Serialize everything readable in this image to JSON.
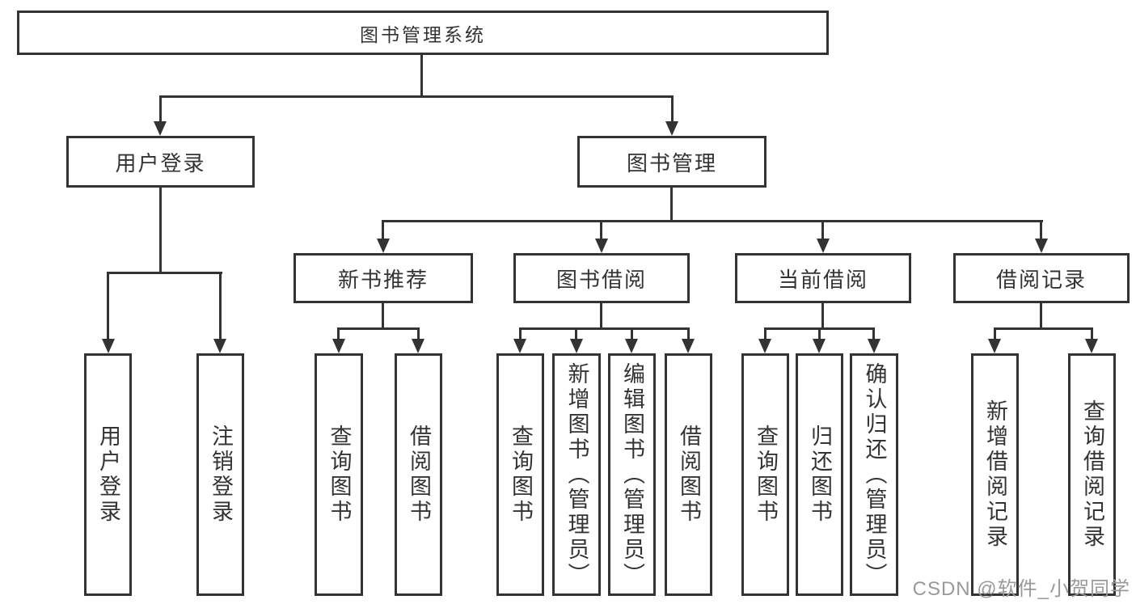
{
  "diagram": {
    "type": "hierarchy-tree",
    "colors": {
      "line": "#333333",
      "text": "#333333",
      "background": "#ffffff",
      "watermark": "#999999"
    },
    "watermark": "CSDN @软件_小贺同学"
  },
  "tree": {
    "root": {
      "label": "图书管理系统",
      "children": [
        {
          "label": "用户登录",
          "children": [
            {
              "label": "用户登录"
            },
            {
              "label": "注销登录"
            }
          ]
        },
        {
          "label": "图书管理",
          "children": [
            {
              "label": "新书推荐",
              "children": [
                {
                  "label": "查询图书"
                },
                {
                  "label": "借阅图书"
                }
              ]
            },
            {
              "label": "图书借阅",
              "children": [
                {
                  "label": "查询图书"
                },
                {
                  "label": "新增图书（管理员）"
                },
                {
                  "label": "编辑图书（管理员）"
                },
                {
                  "label": "借阅图书"
                }
              ]
            },
            {
              "label": "当前借阅",
              "children": [
                {
                  "label": "查询图书"
                },
                {
                  "label": "归还图书"
                },
                {
                  "label": "确认归还（管理员）"
                }
              ]
            },
            {
              "label": "借阅记录",
              "children": [
                {
                  "label": "新增借阅记录"
                },
                {
                  "label": "查询借阅记录"
                }
              ]
            }
          ]
        }
      ]
    }
  }
}
